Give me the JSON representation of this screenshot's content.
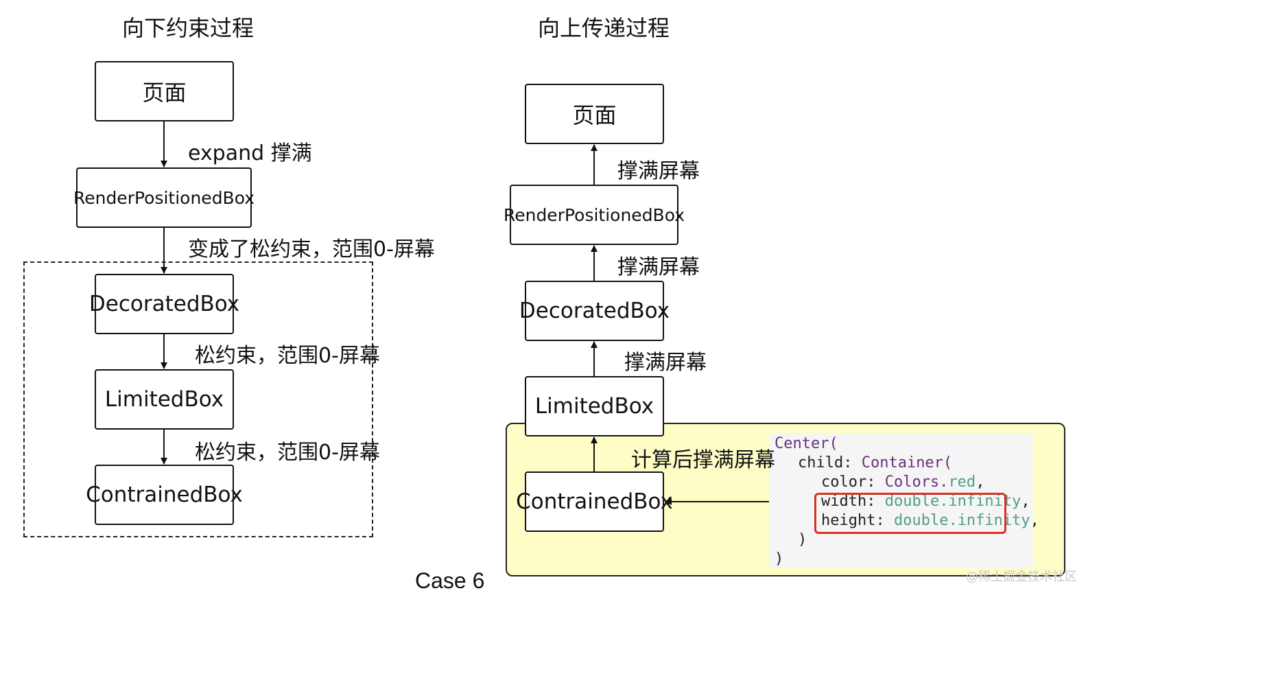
{
  "left": {
    "title": "向下约束过程",
    "boxes": [
      "页面",
      "RenderPositionedBox",
      "DecoratedBox",
      "LimitedBox",
      "ContrainedBox"
    ],
    "edge_labels": [
      "expand 撑满",
      "变成了松约束，范围0-屏幕",
      "松约束，范围0-屏幕",
      "松约束，范围0-屏幕"
    ]
  },
  "right": {
    "title": "向上传递过程",
    "boxes": [
      "页面",
      "RenderPositionedBox",
      "DecoratedBox",
      "LimitedBox",
      "ContrainedBox"
    ],
    "edge_labels": [
      "撑满屏幕",
      "撑满屏幕",
      "撑满屏幕",
      "计算后撑满屏幕"
    ]
  },
  "code": {
    "line1_a": "Center(",
    "line2_a": "child: ",
    "line2_b": "Container(",
    "line3_a": "color: ",
    "line3_b": "Colors.",
    "line3_c": "red",
    "line3_d": ",",
    "line4_a": "width: ",
    "line4_b": "double.",
    "line4_c": "infinity",
    "line4_d": ",",
    "line5_a": "height: ",
    "line5_b": "double.",
    "line5_c": "infinity",
    "line5_d": ",",
    "line6": ")",
    "line7": ")"
  },
  "caption": "Case 6",
  "watermark": "@稀土掘金技术社区",
  "colors": {
    "highlight": "#d93025",
    "panel": "#fefdc6",
    "keyword": "#6d2f7d",
    "token": "#4e9e8c"
  }
}
